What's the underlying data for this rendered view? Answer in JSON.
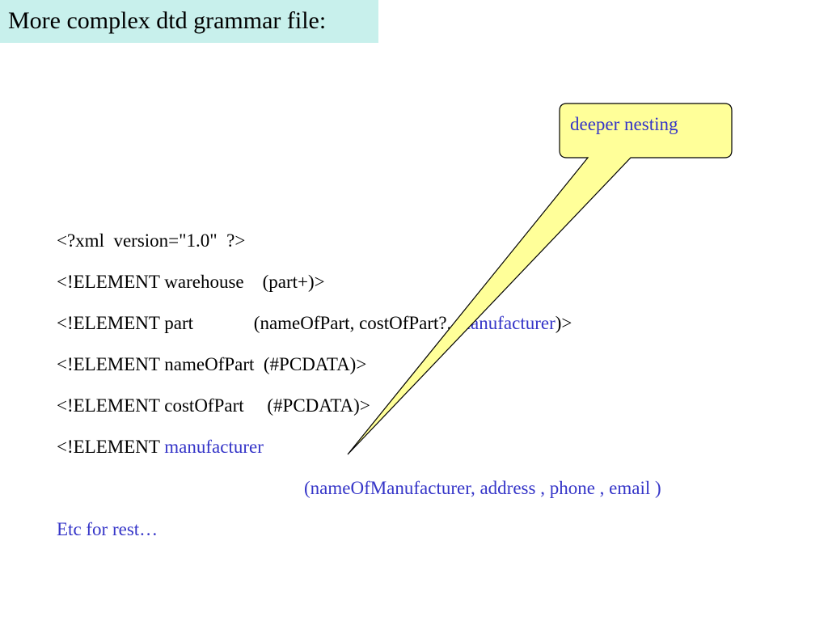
{
  "title": "More complex dtd grammar file:",
  "callout": {
    "text": "deeper nesting",
    "fill": "#ffff99",
    "text_color": "#3535c8"
  },
  "lines": {
    "l1": "<?xml  version=\"1.0\"  ?>",
    "l2": "<!ELEMENT warehouse    (part+)>",
    "l3a": "<!ELEMENT part             (nameOfPart, costOfPart?, ",
    "l3b": "manufacturer",
    "l3c": ")>",
    "l4": "<!ELEMENT nameOfPart  (#PCDATA)>",
    "l5": "<!ELEMENT costOfPart     (#PCDATA)>",
    "l6a": "<!ELEMENT ",
    "l6b": "manufacturer",
    "l7": "(nameOfManufacturer, address , phone , email )",
    "l8": "Etc for rest…"
  },
  "colors": {
    "title_bg": "#c8f0ec",
    "accent_blue": "#3535c8"
  }
}
